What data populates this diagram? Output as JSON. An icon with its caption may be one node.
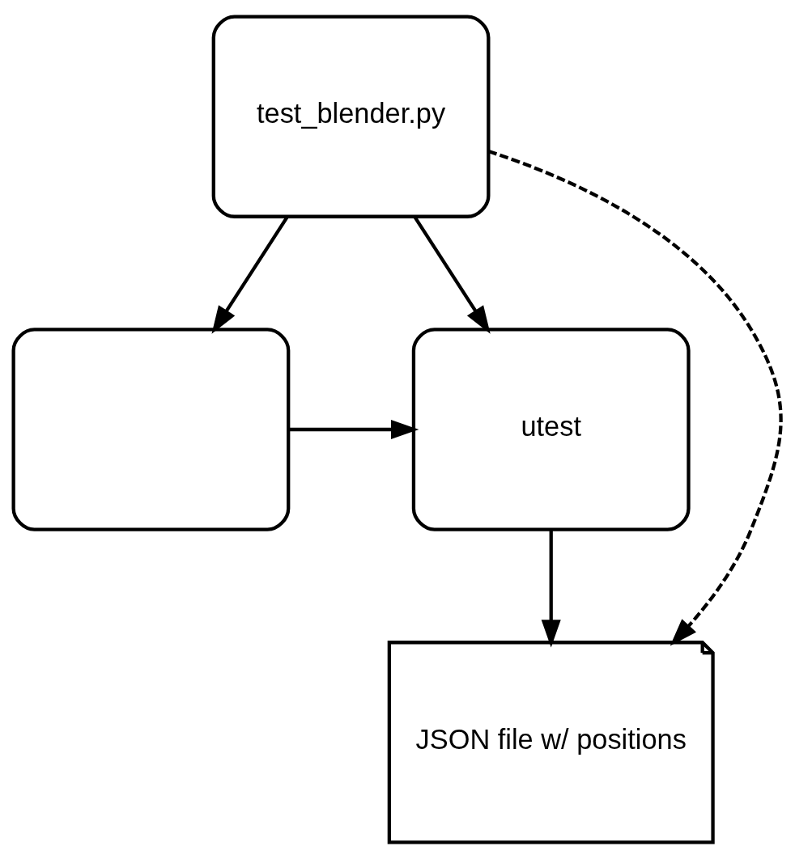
{
  "diagram": {
    "nodes": [
      {
        "text": [
          "test_blender.py"
        ]
      },
      {
        "text": [],
        "shape": "box"
      },
      {
        "text": [
          "utest"
        ]
      },
      {
        "text": [
          "JSON file w/ positions"
        ]
      }
    ],
    "edges": [
      {
        "from": 0,
        "to": 1,
        "arrow": "to"
      },
      {
        "from": 0,
        "to": 2,
        "arrow": "to"
      },
      {
        "from": 1,
        "to": 2,
        "arrow": "to"
      },
      {
        "from": 2,
        "to": 3,
        "arrow": "to"
      },
      {
        "from": 0,
        "to": 3,
        "arrow": "to",
        "style": "dashed"
      }
    ]
  }
}
